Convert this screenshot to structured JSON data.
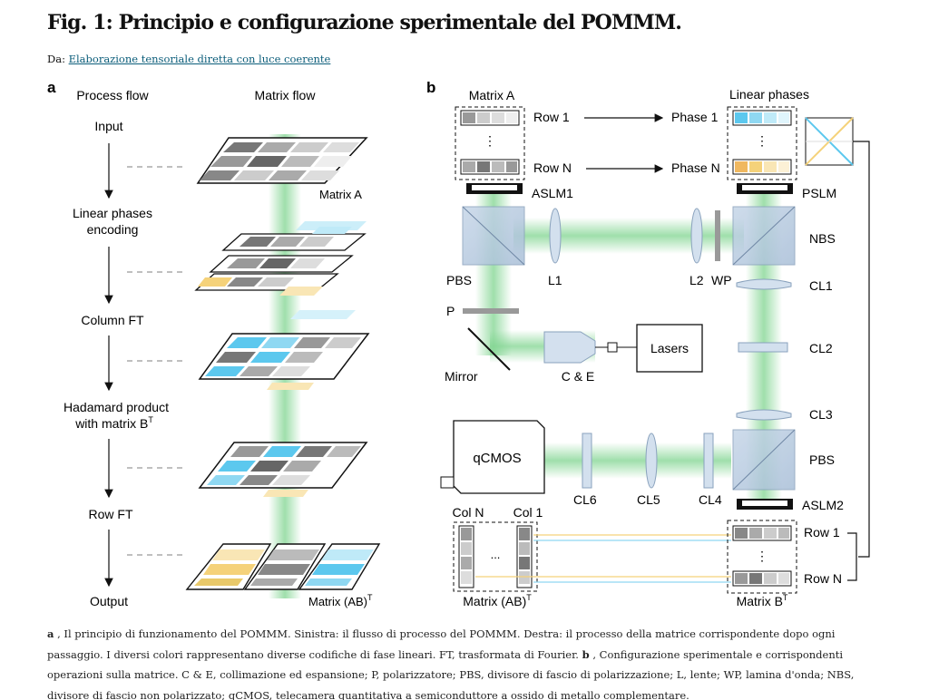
{
  "page": {
    "title": "Fig. 1: Principio e configurazione sperimentale del POMMM.",
    "source_prefix": "Da:",
    "source_link": "Elaborazione tensoriale diretta con luce coerente"
  },
  "panel_a": {
    "letter": "a",
    "col_process": "Process flow",
    "col_matrix": "Matrix flow",
    "steps": [
      "Input",
      "Linear phases",
      "encoding",
      "Column FT",
      "Hadamard product",
      "with matrix B",
      "Row FT",
      "Output"
    ],
    "label_matrix_a": "Matrix A",
    "label_matrix_ab": "Matrix (AB)"
  },
  "panel_b": {
    "letter": "b",
    "matrix_a": "Matrix A",
    "linear_phases": "Linear phases",
    "row1": "Row 1",
    "rowN": "Row N",
    "phase1": "Phase 1",
    "phaseN": "Phase N",
    "aslm1": "ASLM1",
    "pslm": "PSLM",
    "nbs": "NBS",
    "pbs_top": "PBS",
    "l1": "L1",
    "l2": "L2",
    "wp": "WP",
    "cl1": "CL1",
    "p": "P",
    "mirror": "Mirror",
    "ce": "C & E",
    "lasers": "Lasers",
    "cl2": "CL2",
    "cl3": "CL3",
    "qcmos": "qCMOS",
    "pbs_bottom": "PBS",
    "cl6": "CL6",
    "cl5": "CL5",
    "cl4": "CL4",
    "aslm2": "ASLM2",
    "coln": "Col N",
    "col1": "Col 1",
    "ellipsis": "...",
    "vdots": "⋮",
    "matrix_ab": "Matrix (AB)",
    "row1_b": "Row 1",
    "rowN_b": "Row N",
    "matrix_b": "Matrix B",
    "sup_t": "T"
  },
  "caption": {
    "a_label": "a",
    "a_text": " , Il principio di funzionamento del POMMM. Sinistra: il flusso di processo del POMMM. Destra: il processo della matrice corrispondente dopo ogni passaggio. I diversi colori rappresentano diverse codifiche di fase lineari. FT, trasformata di Fourier. ",
    "b_label": "b",
    "b_text": " , Configurazione sperimentale e corrispondenti operazioni sulla matrice. C & E, collimazione ed espansione; P, polarizzatore; PBS, divisore di fascio di polarizzazione; L, lente; WP, lamina d'onda; NBS, divisore di fascio non polarizzato; qCMOS, telecamera quantitativa a semiconduttore a ossido di metallo complementare."
  },
  "colors": {
    "beam": "#7fd48f",
    "cyan": "#5cc8ee",
    "yellow": "#f5d27a",
    "link": "#0b5d7a"
  }
}
